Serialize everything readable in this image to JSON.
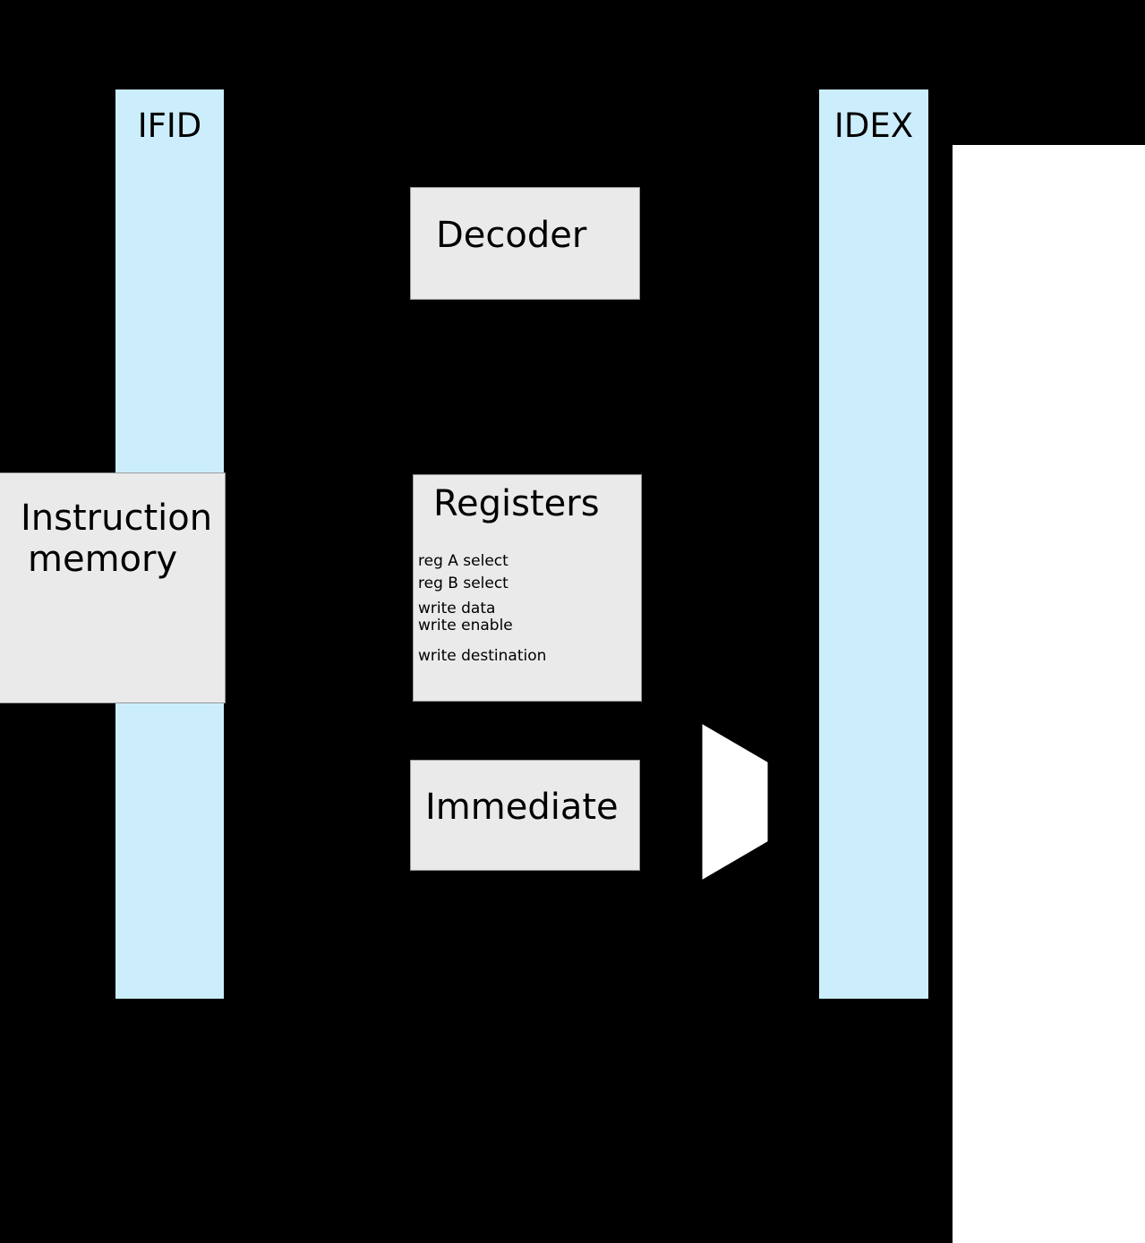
{
  "diagram": {
    "title_absent": true,
    "background_color": "#000000",
    "panel_color": "#ffffff",
    "pipeline_register_color": "#CCEEFC",
    "block_color": "#EAEAEA",
    "mux_color": "#ffffff"
  },
  "pipeline_registers": [
    {
      "id": "ifid",
      "label": "IFID"
    },
    {
      "id": "idex",
      "label": "IDEX"
    }
  ],
  "blocks": {
    "instruction_memory": {
      "title": "Instruction\nmemory",
      "line1": "Instruction",
      "line2": "memory"
    },
    "decoder": {
      "title": "Decoder"
    },
    "registers": {
      "title": "Registers",
      "ports": [
        "reg A select",
        "reg B select",
        "write data",
        "write enable",
        "write destination"
      ]
    },
    "immediate": {
      "title": "Immediate"
    }
  },
  "mux": {
    "name": "multiplexer"
  }
}
